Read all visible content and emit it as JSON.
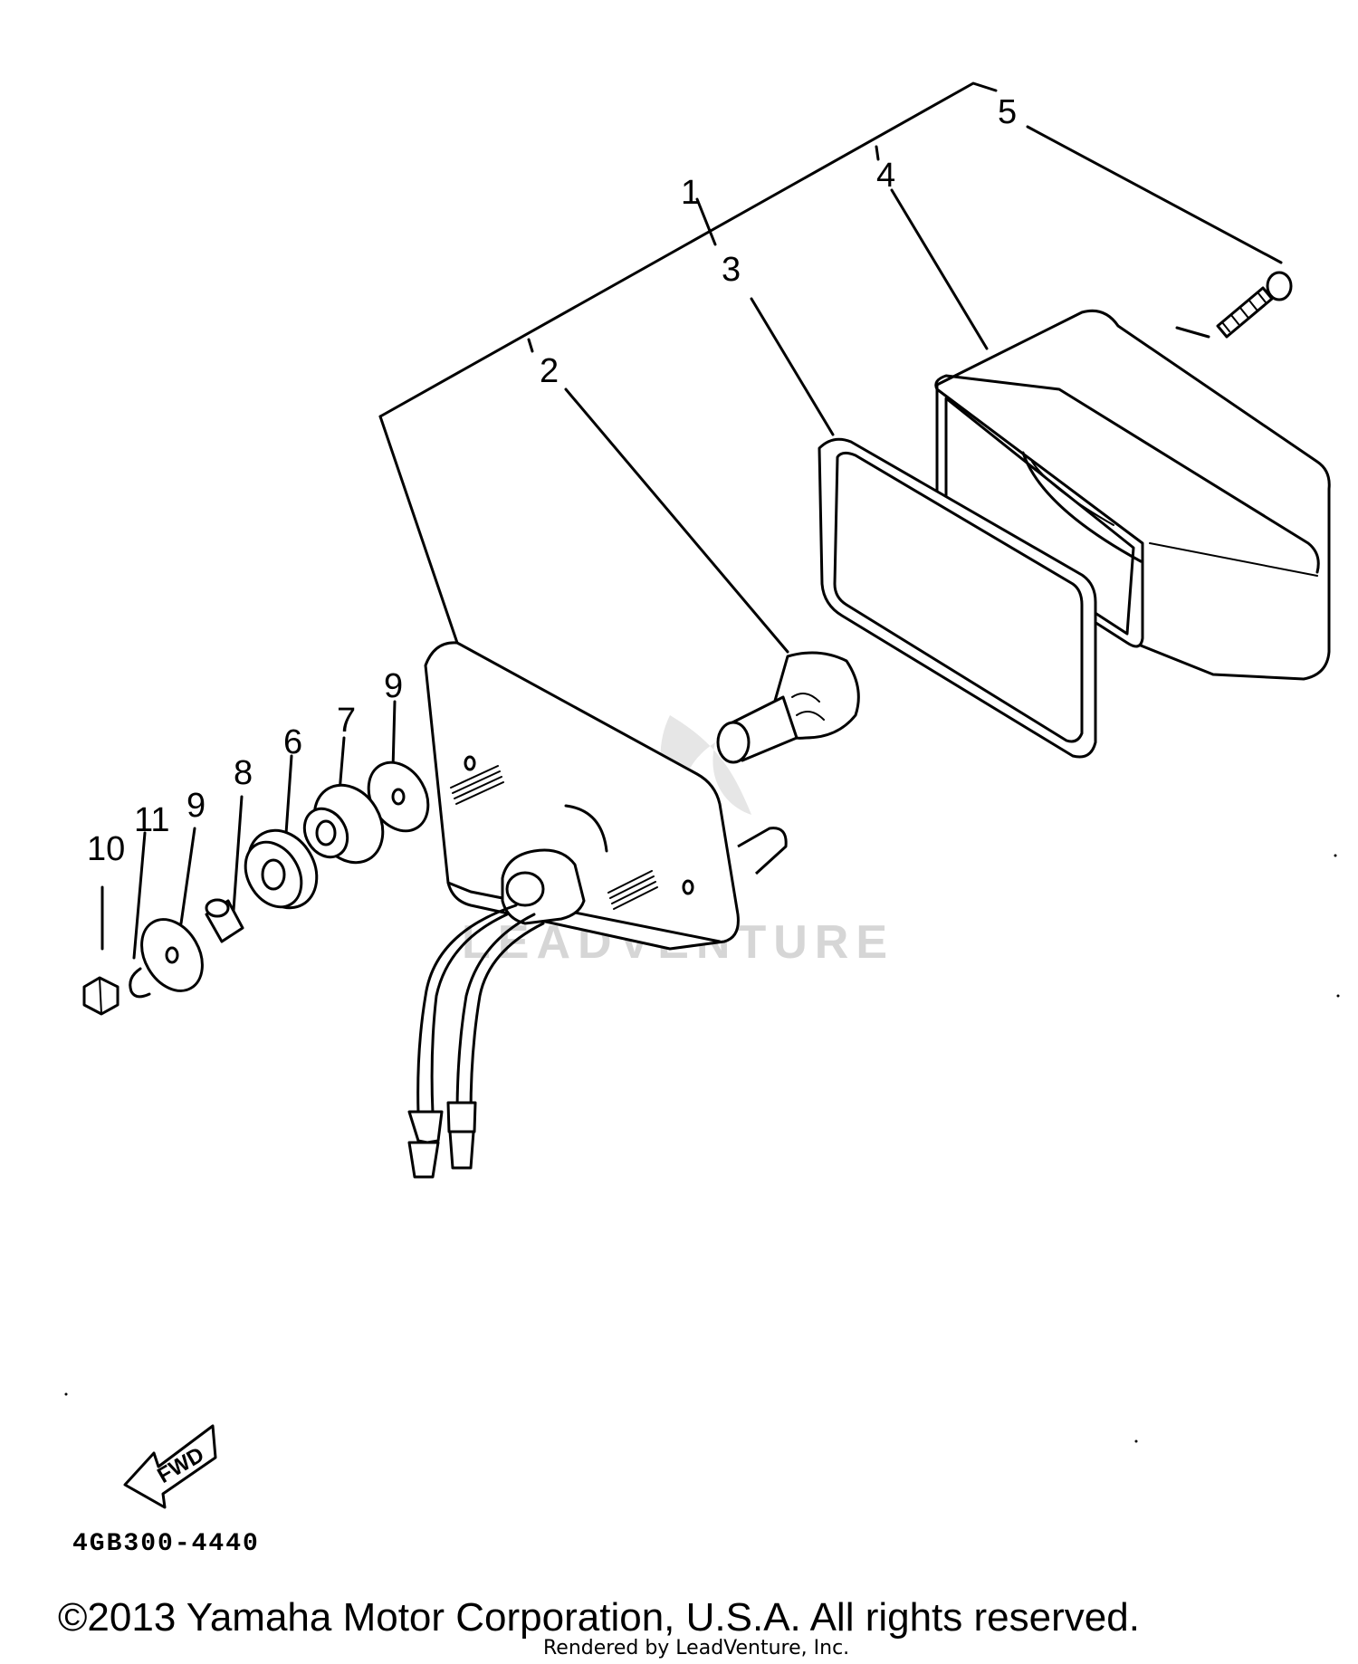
{
  "diagram": {
    "callouts": {
      "c1": "1",
      "c2": "2",
      "c3": "3",
      "c4": "4",
      "c5": "5",
      "c6": "6",
      "c7": "7",
      "c8": "8",
      "c9a": "9",
      "c9b": "9",
      "c10": "10",
      "c11": "11"
    },
    "fwd_label": "FWD",
    "watermark": "LEADVENTURE"
  },
  "footer": {
    "part_code": "4GB300-4440",
    "copyright": "©2013 Yamaha Motor Corporation, U.S.A. All rights reserved.",
    "rendered_by": "Rendered by LeadVenture, Inc."
  }
}
